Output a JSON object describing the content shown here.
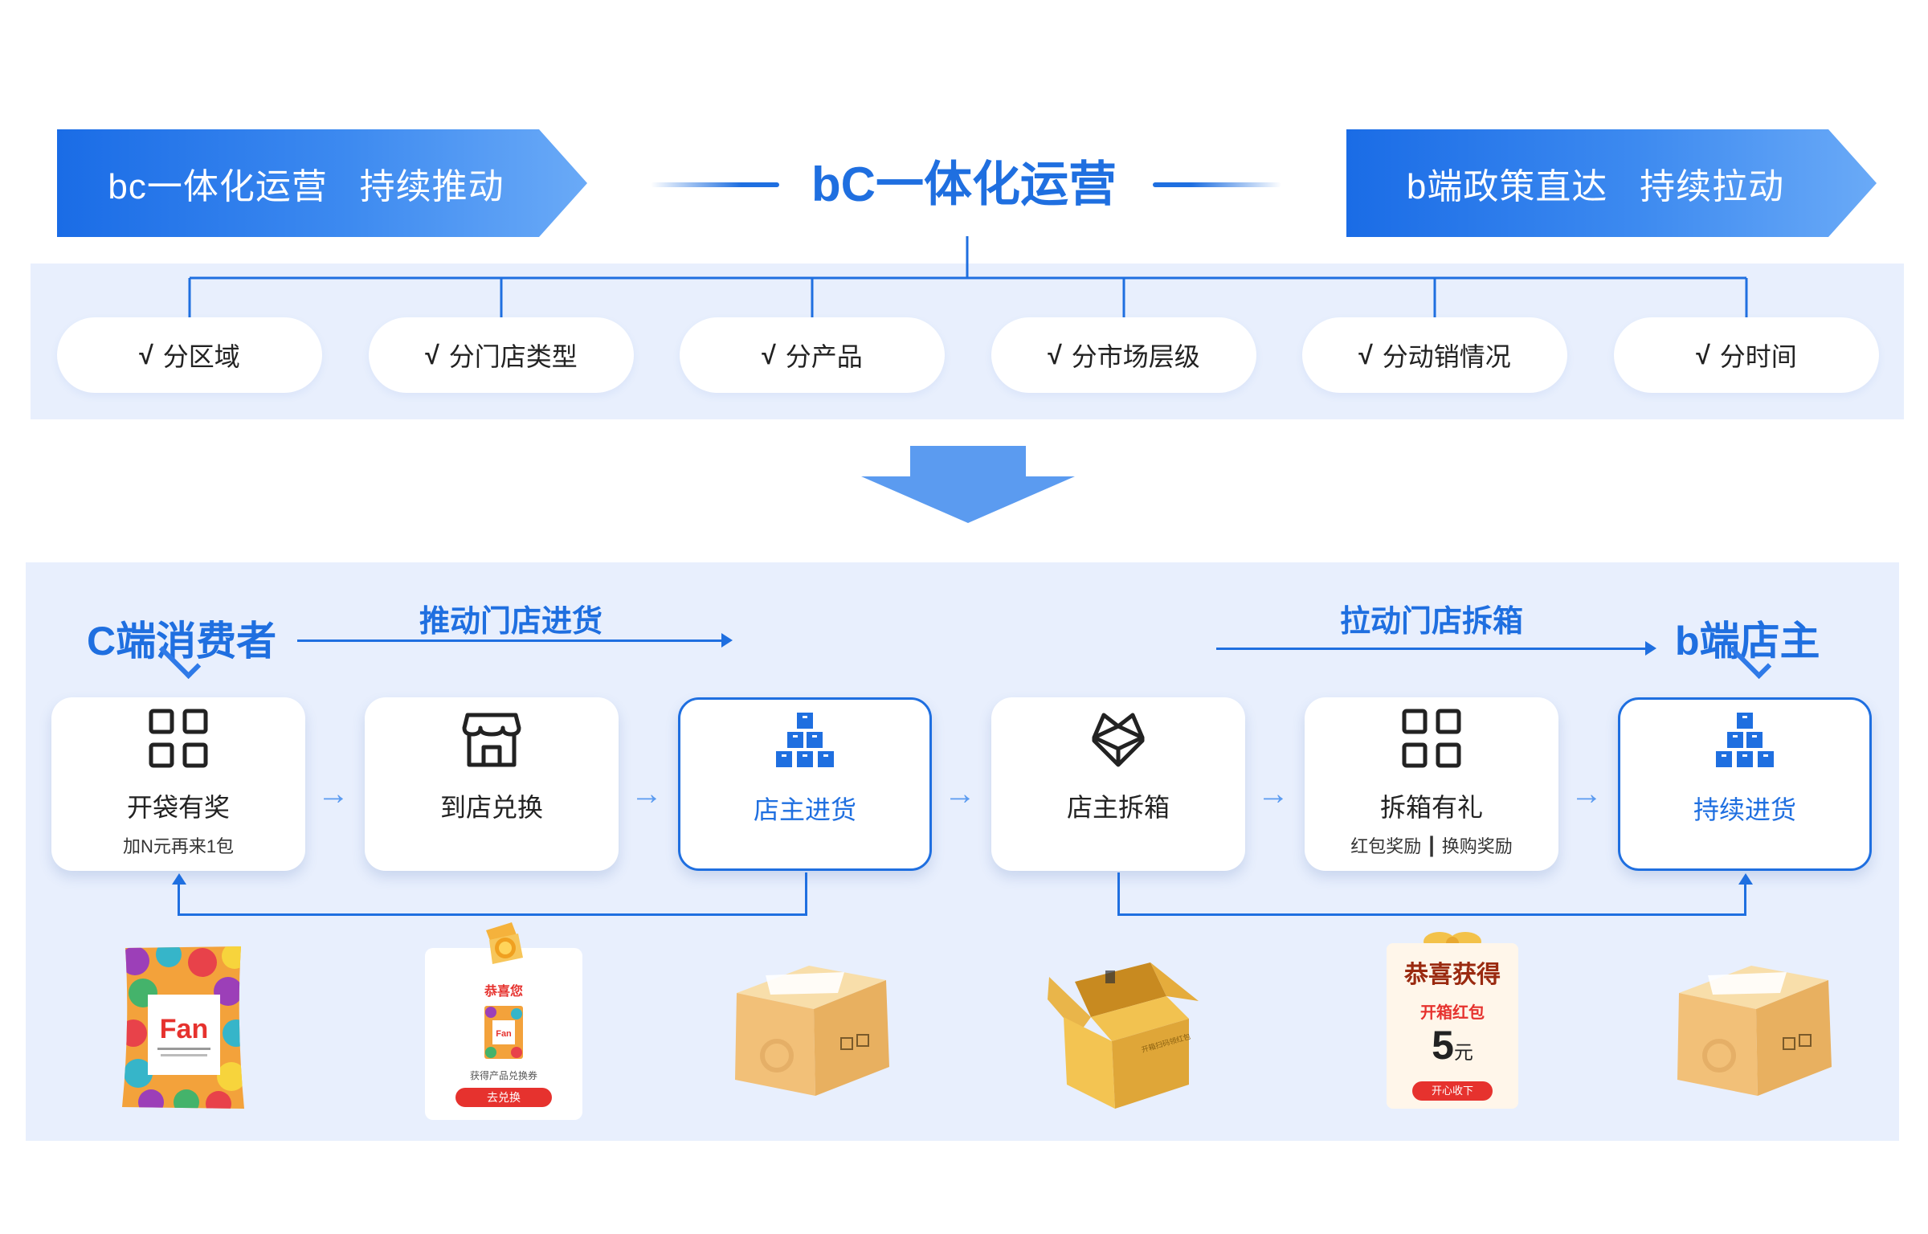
{
  "header": {
    "left_banner": "bc一体化运营   持续推动",
    "center_title": "bC一体化运营",
    "right_banner": "b端政策直达   持续拉动"
  },
  "dimensions": [
    {
      "check": "√",
      "label": "分区域"
    },
    {
      "check": "√",
      "label": "分门店类型"
    },
    {
      "check": "√",
      "label": "分产品"
    },
    {
      "check": "√",
      "label": "分市场层级"
    },
    {
      "check": "√",
      "label": "分动销情况"
    },
    {
      "check": "√",
      "label": "分时间"
    }
  ],
  "flow": {
    "consumer_role": "C端消费者",
    "store_role": "b端店主",
    "push_label": "推动门店进货",
    "pull_label": "拉动门店拆箱",
    "steps": [
      {
        "title": "开袋有奖",
        "sub": "加N元再来1包",
        "icon": "qr-code-icon"
      },
      {
        "title": "到店兑换",
        "sub": "",
        "icon": "store-icon"
      },
      {
        "title": "店主进货",
        "sub": "",
        "icon": "boxes-stack-icon"
      },
      {
        "title": "店主拆箱",
        "sub": "",
        "icon": "open-box-icon"
      },
      {
        "title": "拆箱有礼",
        "sub": "红包奖励 ┃ 换购奖励",
        "icon": "qr-code-icon"
      },
      {
        "title": "持续进货",
        "sub": "",
        "icon": "boxes-stack-icon"
      }
    ],
    "step_arrow": "→"
  },
  "illustrations": {
    "bag_brand": "Fan",
    "coupon": {
      "title": "恭喜您",
      "desc": "获得产品兑换券",
      "button": "去兑换"
    },
    "redpacket": {
      "title": "恭喜获得",
      "subtitle": "开箱红包",
      "amount": "5",
      "unit": "元",
      "button": "开心收下"
    }
  },
  "colors": {
    "accent": "#1f6fe0",
    "panel": "#e8effd",
    "arrow": "#5b9bf0",
    "coupon_red": "#e6322e"
  }
}
